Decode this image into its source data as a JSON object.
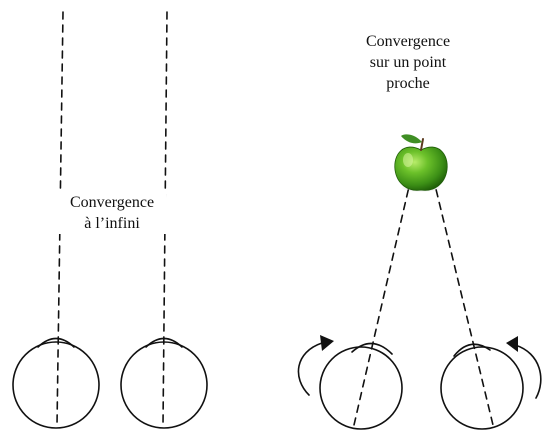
{
  "labels": {
    "infinity": {
      "line1": "Convergence",
      "line2": "à l’infini"
    },
    "near_point": {
      "line1": "Convergence",
      "line2": "sur un point",
      "line3": "proche"
    }
  },
  "colors": {
    "stroke": "#111111",
    "apple_green": "#46a11d",
    "apple_dark": "#1f6a0a",
    "leaf": "#3f8e24",
    "stem": "#5b3a1e"
  },
  "icons": {
    "apple": "apple-icon",
    "rotation": "curved-arrow-icon"
  }
}
